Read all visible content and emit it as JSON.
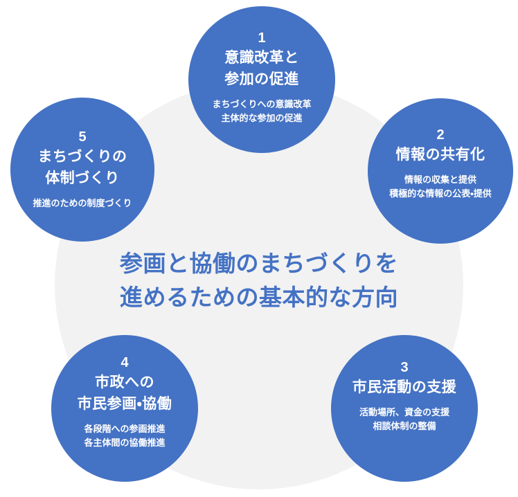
{
  "center": {
    "title_lines": [
      "参画と協働のまちづくりを",
      "進めるための基本的な方向"
    ]
  },
  "circles": [
    {
      "number": "1",
      "title_lines": [
        "意識改革と",
        "参加の促進"
      ],
      "sub_lines": [
        "まちづくりへの意識改革",
        "主体的な参加の促進"
      ]
    },
    {
      "number": "2",
      "title_lines": [
        "情報の共有化"
      ],
      "sub_lines": [
        "情報の収集と提供",
        "積極的な情報の公表・提供"
      ]
    },
    {
      "number": "3",
      "title_lines": [
        "市民活動の支援"
      ],
      "sub_lines": [
        "活動場所、資金の支援",
        "相談体制の整備"
      ]
    },
    {
      "number": "4",
      "title_lines": [
        "市政への",
        "市民参画・協働"
      ],
      "sub_lines": [
        "各段階への参画推進",
        "各主体間の協働推進"
      ]
    },
    {
      "number": "5",
      "title_lines": [
        "まちづくりの",
        "体制づくり"
      ],
      "sub_lines": [
        "推進のための制度づくり"
      ]
    }
  ],
  "colors": {
    "circle_fill": "#4472C4",
    "circle_text": "#FFFFFF",
    "center_circle_fill": "#F2F2F2",
    "center_title_color": "#4472C4",
    "background": "#FFFFFF"
  }
}
